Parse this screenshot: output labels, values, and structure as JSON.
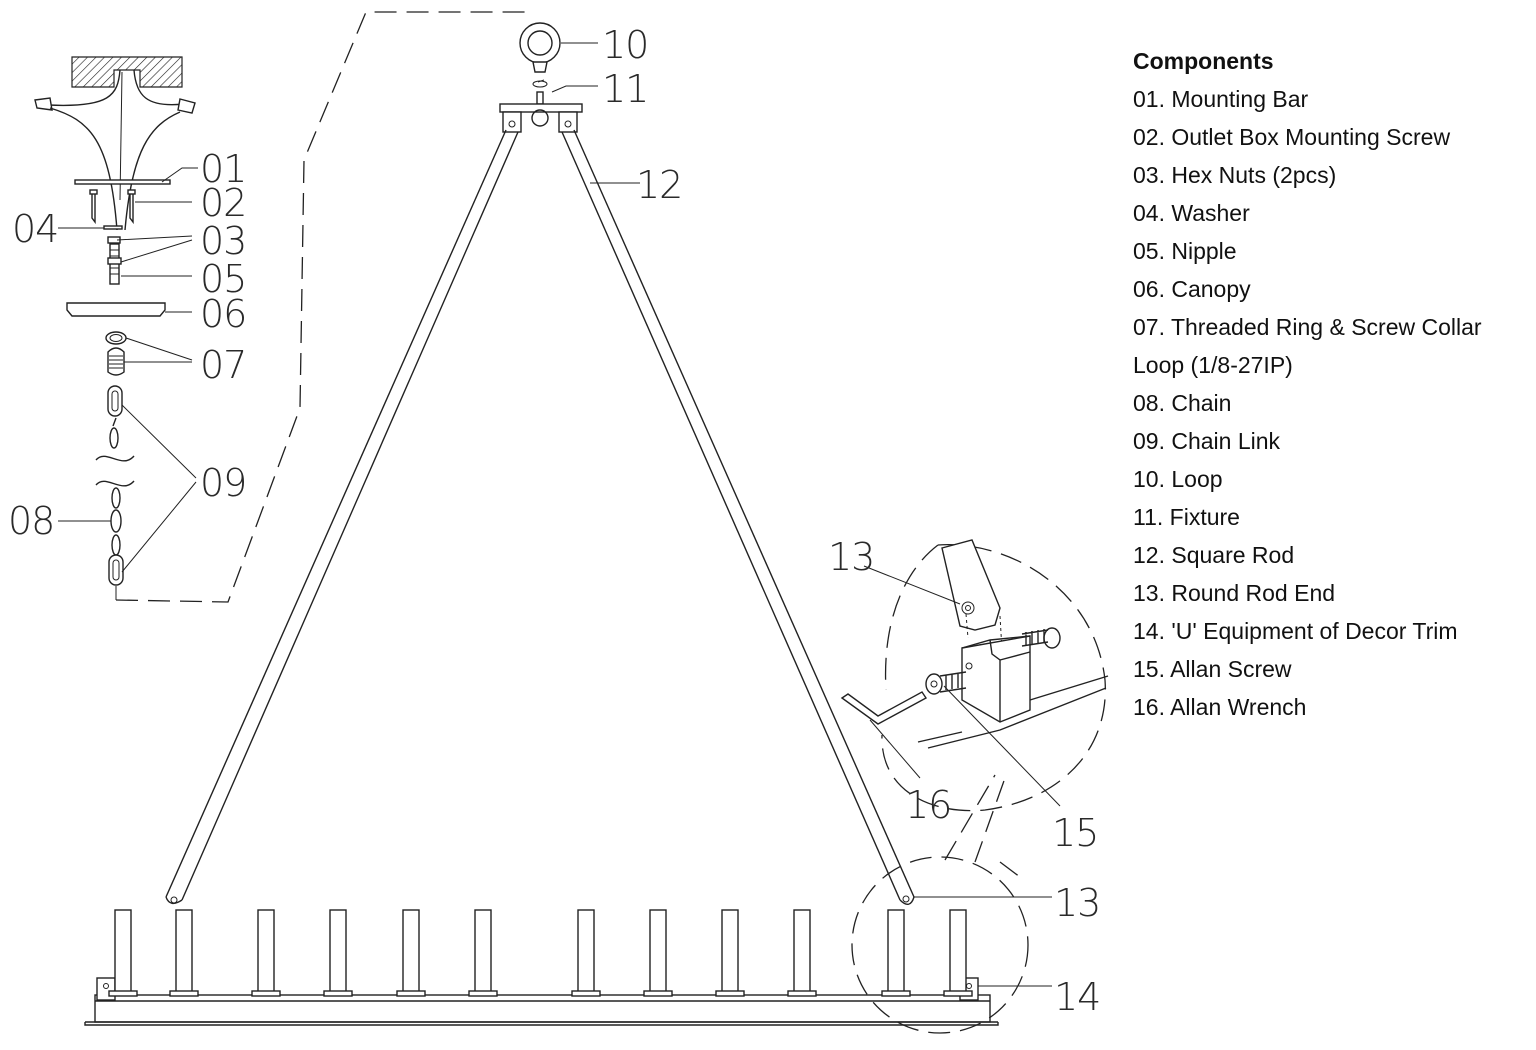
{
  "legend": {
    "title": "Components",
    "items": [
      "01. Mounting Bar",
      "02. Outlet Box Mounting Screw",
      "03. Hex Nuts (2pcs)",
      "04. Washer",
      "05. Nipple",
      "06. Canopy",
      "07. Threaded Ring & Screw Collar",
      "Loop (1/8-27IP)",
      "08. Chain",
      "09. Chain Link",
      "10. Loop",
      "11. Fixture",
      "12. Square Rod",
      "13. Round Rod End",
      "14. 'U' Equipment of Decor Trim",
      "15. Allan Screw",
      "16. Allan Wrench"
    ]
  },
  "callouts": {
    "c01": "01",
    "c02": "02",
    "c03": "03",
    "c04": "04",
    "c05": "05",
    "c06": "06",
    "c07": "07",
    "c08": "08",
    "c09": "09",
    "c10": "10",
    "c11": "11",
    "c12": "12",
    "c13a": "13",
    "c13b": "13",
    "c14": "14",
    "c15": "15",
    "c16": "16"
  }
}
